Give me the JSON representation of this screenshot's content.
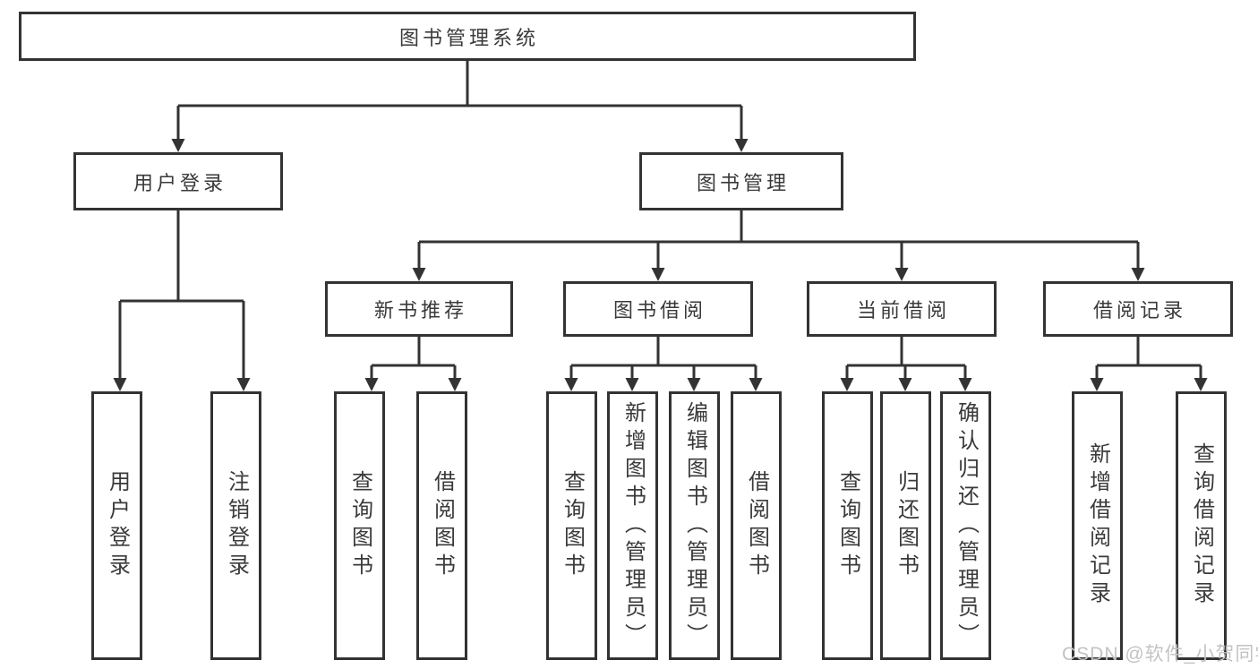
{
  "tree": {
    "root": {
      "label": "图书管理系统"
    },
    "level2": [
      {
        "label": "用户登录"
      },
      {
        "label": "图书管理"
      }
    ],
    "level3": [
      {
        "label": "新书推荐"
      },
      {
        "label": "图书借阅"
      },
      {
        "label": "当前借阅"
      },
      {
        "label": "借阅记录"
      }
    ],
    "leaves": {
      "user_login": [
        "用户登录",
        "注销登录"
      ],
      "new_book_recommend": [
        "查询图书",
        "借阅图书"
      ],
      "book_borrow": [
        "查询图书",
        "新增图书（管理员）",
        "编辑图书（管理员）",
        "借阅图书"
      ],
      "current_borrow": [
        "查询图书",
        "归还图书",
        "确认归还（管理员）"
      ],
      "borrow_record": [
        "新增借阅记录",
        "查询借阅记录"
      ]
    }
  },
  "watermark": {
    "text": "CSDN @软件_小贺同学"
  },
  "colors": {
    "line": "#333333",
    "text": "#3a3a3a",
    "watermark": "#c3c3c3",
    "background": "#ffffff"
  }
}
